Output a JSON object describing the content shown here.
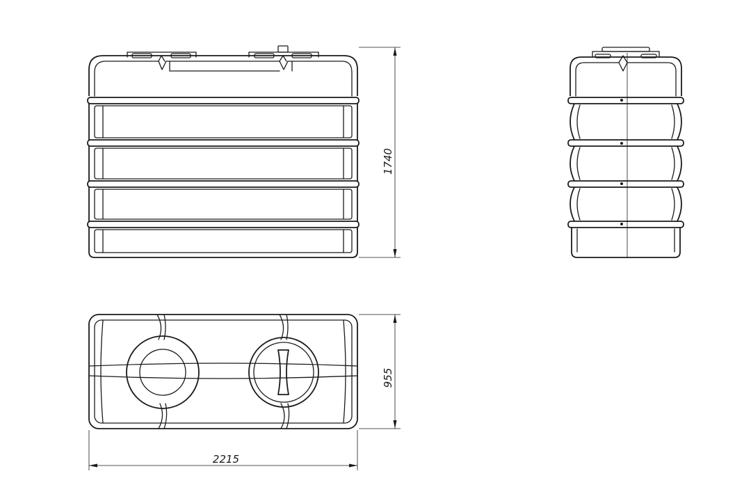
{
  "drawing": {
    "dimensions": {
      "height": "1740",
      "width": "955",
      "length": "2215"
    },
    "colors": {
      "line": "#1a1a1a",
      "background": "#ffffff"
    }
  }
}
